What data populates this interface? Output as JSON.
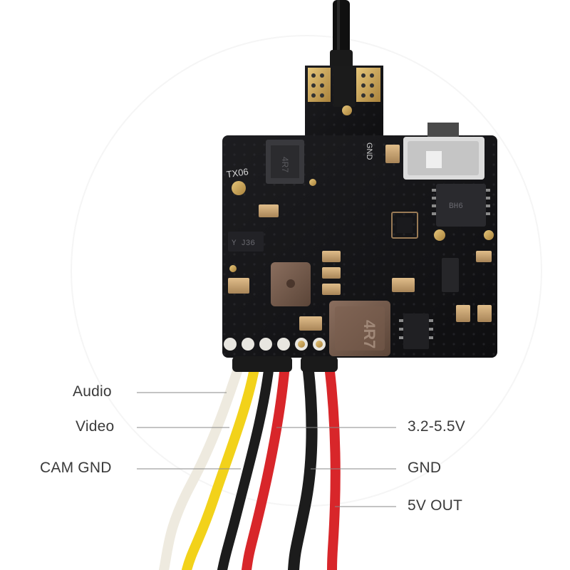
{
  "board": {
    "silkscreen_model": "TX06",
    "silkscreen_gnd": "GND",
    "inductor_marking": "4R7",
    "ic_marking": "Y J36",
    "component_marking_1": "4R7",
    "component_marking_2": "BH6"
  },
  "labels": {
    "left": {
      "audio": "Audio",
      "video": "Video",
      "cam_gnd": "CAM GND"
    },
    "right": {
      "voltage_in": "3.2-5.5V",
      "gnd": "GND",
      "five_v_out": "5V OUT"
    }
  },
  "colors": {
    "background": "#ffffff",
    "pcb": "#141416",
    "wire_white": "#eeeadf",
    "wire_yellow": "#f2d21a",
    "wire_black": "#1c1c1c",
    "wire_red": "#d8262a",
    "gold_pad": "#c9a457",
    "label_text": "#3a3a3a",
    "leader_line": "#8a8a8a"
  }
}
